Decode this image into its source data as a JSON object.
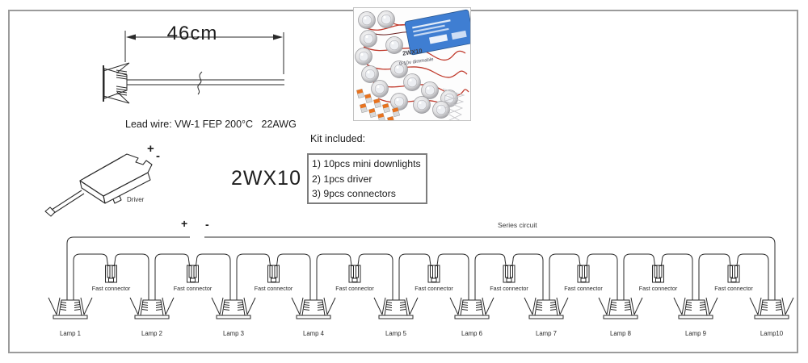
{
  "dimension": {
    "length": "46cm",
    "lead_wire": "Lead wire: VW-1 FEP 200°C   22AWG"
  },
  "driver": {
    "plus": "+",
    "minus": "-",
    "label": "Driver"
  },
  "model": "2WX10",
  "kit": {
    "title": "Kit included:",
    "items": [
      "1) 10pcs mini downlights",
      "2) 1pcs driver",
      "3) 9pcs connectors"
    ]
  },
  "photo": {
    "model": "2WX10",
    "dimmable": "0-10v dimmable"
  },
  "circuit": {
    "plus": "+",
    "minus": "-",
    "title": "Series circuit",
    "connector_label": "Fast connector",
    "lamps": [
      "Lamp 1",
      "Lamp 2",
      "Lamp 3",
      "Lamp 4",
      "Lamp 5",
      "Lamp 6",
      "Lamp 7",
      "Lamp 8",
      "Lamp 9",
      "Lamp10"
    ]
  },
  "colors": {
    "line": "#2a2a2a",
    "frame": "#9b9b9b",
    "photo_driver_blue": "#3f7ed2",
    "wire_red": "#c0392b",
    "connector_orange": "#e8731f"
  }
}
